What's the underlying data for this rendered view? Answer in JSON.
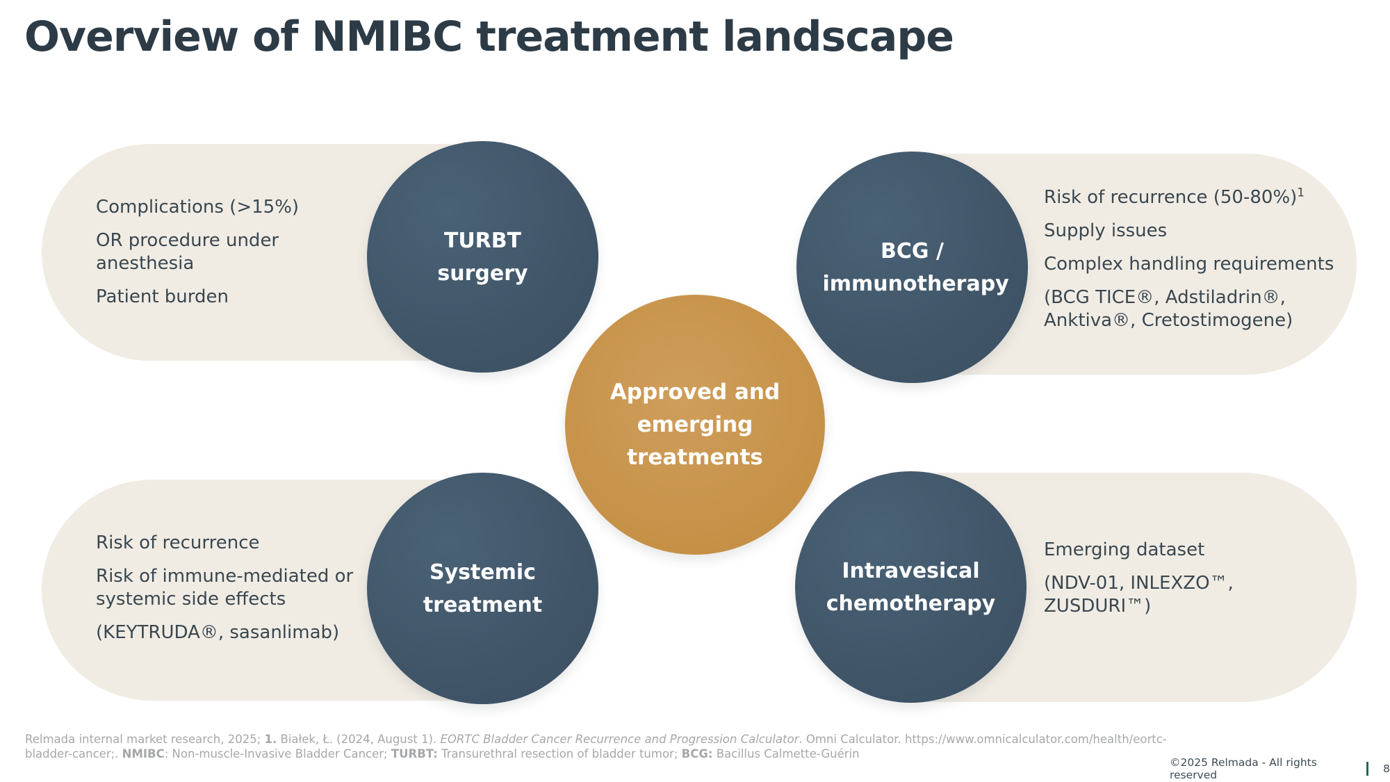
{
  "title": "Overview of NMIBC treatment landscape",
  "center_circle": {
    "label": "Approved and emerging treatments"
  },
  "quadrants": {
    "turbt": {
      "circle_label": "TURBT surgery",
      "items": [
        "Complications (>15%)",
        "OR procedure under anesthesia",
        "Patient burden"
      ]
    },
    "bcg": {
      "circle_label": "BCG / immunotherapy",
      "items": [
        "Risk of recurrence (50-80%)",
        "Supply issues",
        "Complex handling requirements",
        "(BCG TICE®, Adstiladrin®, Anktiva®, Cretostimogene)"
      ],
      "sup": "1"
    },
    "systemic": {
      "circle_label": "Systemic treatment",
      "items": [
        "Risk of recurrence",
        "Risk of immune-mediated or systemic side effects",
        "(KEYTRUDA®, sasanlimab)"
      ]
    },
    "intravesical": {
      "circle_label": "Intravesical chemotherapy",
      "items": [
        "Emerging dataset",
        "(NDV-01, INLEXZO™, ZUSDURI™)"
      ]
    }
  },
  "footer": {
    "references": [
      {
        "text": "Relmada internal market research, 2025; ",
        "style": "normal"
      },
      {
        "text": "1.",
        "style": "bold"
      },
      {
        "text": " Białek, Ł. (2024, August 1). ",
        "style": "normal"
      },
      {
        "text": "EORTC Bladder Cancer Recurrence and Progression Calculator",
        "style": "italic"
      },
      {
        "text": ". Omni Calculator. https://www.omnicalculator.com/health/eortc-bladder-cancer;. ",
        "style": "normal"
      },
      {
        "text": "NMIBC",
        "style": "bold"
      },
      {
        "text": ": Non-muscle-Invasive Bladder Cancer; ",
        "style": "normal"
      },
      {
        "text": "TURBT:",
        "style": "bold"
      },
      {
        "text": " Transurethral resection of bladder tumor; ",
        "style": "normal"
      },
      {
        "text": "BCG:",
        "style": "bold"
      },
      {
        "text": " Bacillus Calmette-Guérin",
        "style": "normal"
      }
    ],
    "copyright": "©2025 Relmada - All rights reserved",
    "page_number": "8"
  },
  "colors": {
    "panel_beige": "#f0ece4",
    "circle_dark": "#415669",
    "circle_gold": "#c69147",
    "title_text": "#2d3b46",
    "body_text": "#3a4750",
    "footnote_gray": "#a5a7a9",
    "footer_divider_green": "#1e6b4d"
  }
}
